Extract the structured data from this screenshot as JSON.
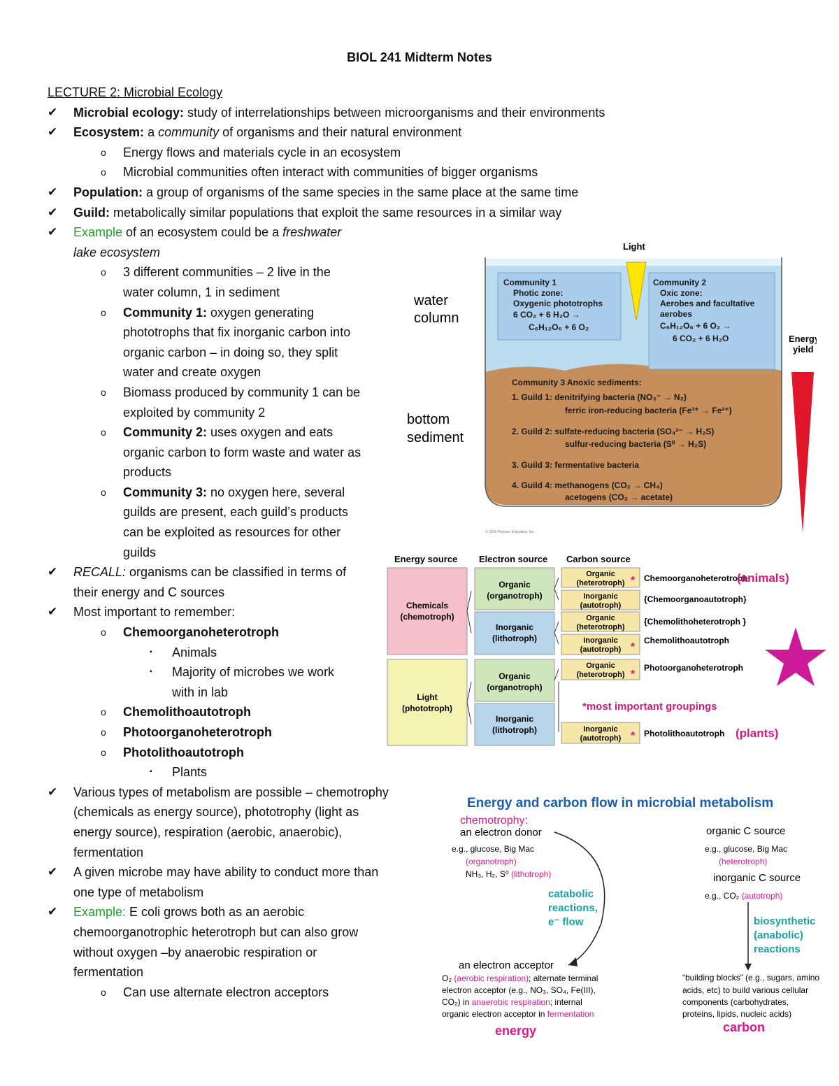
{
  "doc": {
    "title": "BIOL 241 Midterm Notes",
    "lecture_heading": "LECTURE 2: Microbial Ecology",
    "lines": [
      {
        "style": "chk",
        "b": "Microbial ecology:",
        "t": " study of interrelationships between microorganisms and their environments"
      },
      {
        "style": "chk",
        "b": "Ecosystem:",
        "t": " a ",
        "i": "community",
        "t2": " of organisms and their natural environment"
      },
      {
        "style": "sub",
        "t": "Energy flows and materials cycle in an ecosystem"
      },
      {
        "style": "sub",
        "t": "Microbial communities often interact with communities of bigger organisms"
      },
      {
        "style": "chk",
        "b": "Population:",
        "t": " a group of organisms of the same species in the same place at the same time"
      },
      {
        "style": "chk",
        "b": "Guild:",
        "t": " metabolically similar populations that exploit the same resources in a similar way"
      },
      {
        "style": "chk",
        "g": "Example",
        "t": " of an ecosystem could be a ",
        "i": "freshwater"
      },
      {
        "style": "cont1",
        "i": "lake ecosystem"
      },
      {
        "style": "sub",
        "t": "3 different communities – 2 live in the"
      },
      {
        "style": "cont2",
        "t": "water column, 1 in sediment"
      },
      {
        "style": "sub",
        "b": "Community 1:",
        "t": " oxygen generating"
      },
      {
        "style": "cont2",
        "t": "phototrophs that fix inorganic carbon into"
      },
      {
        "style": "cont2",
        "t": "organic carbon – in doing so, they split"
      },
      {
        "style": "cont2",
        "t": "water and create oxygen"
      },
      {
        "style": "sub",
        "t": "Biomass produced by community 1 can be"
      },
      {
        "style": "cont2",
        "t": "exploited by community 2"
      },
      {
        "style": "sub",
        "b": "Community 2:",
        "t": " uses oxygen and eats"
      },
      {
        "style": "cont2",
        "t": "organic carbon to form waste and water as"
      },
      {
        "style": "cont2",
        "t": "products"
      },
      {
        "style": "sub",
        "b": "Community 3:",
        "t": " no oxygen here, several"
      },
      {
        "style": "cont2",
        "t": "guilds are present, each guild’s products"
      },
      {
        "style": "cont2",
        "t": "can be exploited as resources for other"
      },
      {
        "style": "cont2",
        "t": "guilds"
      },
      {
        "style": "chk",
        "i": "RECALL:",
        "t": " organisms can be classified in terms of"
      },
      {
        "style": "cont1",
        "t": "their energy and C sources"
      },
      {
        "style": "chk",
        "t": "Most important to remember:"
      },
      {
        "style": "sub",
        "b": "Chemoorganoheterotroph"
      },
      {
        "style": "sq",
        "t": "Animals"
      },
      {
        "style": "sq",
        "t": "Majority of microbes we work"
      },
      {
        "style": "cont3",
        "t": "with in lab"
      },
      {
        "style": "sub",
        "b": "Chemolithoautotroph"
      },
      {
        "style": "sub",
        "b": "Photoorganoheterotroph"
      },
      {
        "style": "sub",
        "b": "Photolithoautotroph"
      },
      {
        "style": "sq",
        "t": "Plants"
      },
      {
        "style": "chk",
        "t": "Various types of metabolism are possible – chemotrophy"
      },
      {
        "style": "cont1",
        "t": "(chemicals as energy source), phototrophy (light as"
      },
      {
        "style": "cont1",
        "t": "energy source), respiration (aerobic, anaerobic),"
      },
      {
        "style": "cont1",
        "t": "fermentation"
      },
      {
        "style": "chk",
        "t": "A given microbe may have ability to conduct more than"
      },
      {
        "style": "cont1",
        "t": "one type of metabolism"
      },
      {
        "style": "chk",
        "g": "Example:",
        "t": " E coli grows both as an aerobic"
      },
      {
        "style": "cont1",
        "t": "chemoorganotrophic heterotroph but can also grow"
      },
      {
        "style": "cont1",
        "t": "without oxygen –by anaerobic respiration or"
      },
      {
        "style": "cont1",
        "t": "fermentation"
      },
      {
        "style": "sub",
        "t": "Can use alternate electron acceptors"
      }
    ],
    "bullet_check": "✔",
    "bullet_sub": "o",
    "bullet_square": "▪"
  },
  "fig1": {
    "light": "Light",
    "water_column": [
      "water",
      "column"
    ],
    "bottom_sediment": [
      "bottom",
      "sediment"
    ],
    "energy_yield": [
      "Energy",
      "yield"
    ],
    "c1": [
      "Community 1",
      "Photic zone:",
      "Oxygenic phototrophs",
      "6 CO₂ + 6 H₂O →",
      "C₆H₁₂O₆ + 6 O₂"
    ],
    "c2": [
      "Community 2",
      "Oxic zone:",
      "Aerobes and facultative",
      "aerobes",
      "C₆H₁₂O₆ + 6 O₂ →",
      "6 CO₂ + 6 H₂O"
    ],
    "c3": [
      "Community 3 Anoxic sediments:",
      "1. Guild 1: denitrifying bacteria (NO₃⁻ → N₂)",
      "ferric iron-reducing bacteria (Fe³⁺ → Fe²⁺)",
      "2. Guild 2: sulfate-reducing bacteria (SO₄²⁻ → H₂S)",
      "sulfur-reducing bacteria (S⁰ → H₂S)",
      "3. Guild 3: fermentative bacteria",
      "4. Guild 4: methanogens (CO₂ → CH₄)",
      "acetogens (CO₂ → acetate)"
    ],
    "credit": "© 2016 Pearson Education, Inc."
  },
  "fig2": {
    "headers": [
      "Energy source",
      "Electron source",
      "Carbon source"
    ],
    "chem": [
      "Chemicals",
      "(chemotroph)"
    ],
    "light": [
      "Light",
      "(phototroph)"
    ],
    "org": [
      "Organic",
      "(organotroph)"
    ],
    "inorg": [
      "Inorganic",
      "(lithotroph)"
    ],
    "c_org": [
      "Organic",
      "(heterotroph)"
    ],
    "c_inorg": [
      "Inorganic",
      "(autotroph)"
    ],
    "results": [
      "Chemoorganoheterotroph",
      "{Chemoorganoautotroph}",
      "{Chemolithoheterotroph }",
      "Chemolithoautotroph",
      "Photoorganoheterotroph",
      "Photolithoautotroph"
    ],
    "animals": "(animals)",
    "plants": "(plants)",
    "most_important": "*most important groupings",
    "star_mark": "*"
  },
  "fig3": {
    "title": "Energy and carbon flow in microbial metabolism",
    "chemotrophy": "chemotrophy:",
    "donor": "an electron donor",
    "donor_eg": "e.g., glucose, Big Mac",
    "organotroph": "(organotroph)",
    "lith_prefix": "NH₃, H₂, S⁰",
    "lithotroph": "(lithotroph)",
    "catabolic": [
      "catabolic",
      "reactions,",
      "e⁻ flow"
    ],
    "acceptor": "an electron acceptor",
    "acc_l1a": "O₂ ",
    "acc_l1b": "(aerobic respiration)",
    "acc_l1c": "; alternate terminal",
    "acc_l2": "electron acceptor (e.g., NO₃, SO₄, Fe(III),",
    "acc_l3a": "CO₂) in ",
    "acc_l3b": "anaerobic respiration",
    "acc_l3c": "; internal",
    "acc_l4a": "organic electron acceptor in ",
    "acc_l4b": "fermentation",
    "energy": "energy",
    "orgc": "organic C source",
    "orgc_eg": "e.g., glucose, Big Mac",
    "heterotroph": "(heterotroph)",
    "inorgc": "inorganic C source",
    "inorgc_eg": "e.g., CO₂ ",
    "autotroph": "(autotroph)",
    "biosynthetic": [
      "biosynthetic",
      "(anabolic)",
      "reactions"
    ],
    "blocks": [
      "“building blocks” (e.g., sugars, amino",
      "acids, etc) to build various cellular",
      "components (carbohydrates,",
      "proteins, lipids, nucleic acids)"
    ],
    "carbon": "carbon"
  }
}
